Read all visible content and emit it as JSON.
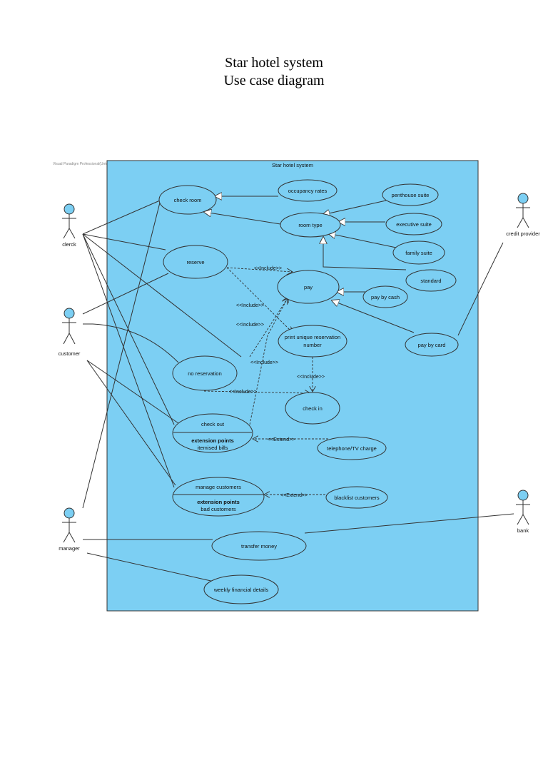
{
  "page": {
    "title_line1": "Star hotel system",
    "title_line2": "Use case diagram"
  },
  "diagram": {
    "watermark": "Visual Paradigm Professional(University of Technology, Sydney)",
    "system_boundary": {
      "name": "Star hotel system",
      "fill": "#7ccff3"
    },
    "actor_color": "#7ccff3",
    "actors": {
      "clerck": "clerck",
      "customer": "customer",
      "manager": "manager",
      "credit_provider": "credit provider",
      "bank": "bank"
    },
    "use_cases": {
      "check_room": "check room",
      "occupancy_rates": "occupancy rates",
      "penthouse_suite": "penthouse suite",
      "room_type": "room type",
      "executive_suite": "executive suite",
      "family_suite": "family suite",
      "reserve": "reserve",
      "standard": "standard",
      "pay": "pay",
      "pay_by_cash": "pay by cash",
      "print_unique_line1": "print unique reservation",
      "print_unique_line2": "number",
      "pay_by_card": "pay by card",
      "no_reservation": "no reservation",
      "check_in": "check in",
      "check_out": "check out",
      "check_out_ext_title": "extension points",
      "check_out_ext_item": "itemised bills",
      "telephone_tv_charge": "telephone/TV charge",
      "manage_customers": "manage customers",
      "manage_customers_ext_title": "extension points",
      "manage_customers_ext_item": "bad customers",
      "blacklist_customers": "blacklist customers",
      "transfer_money": "transfer money",
      "weekly_financial_details": "weekly financial details"
    },
    "stereotypes": {
      "include": "<<Include>>",
      "extend": "<<Extend>>"
    }
  }
}
